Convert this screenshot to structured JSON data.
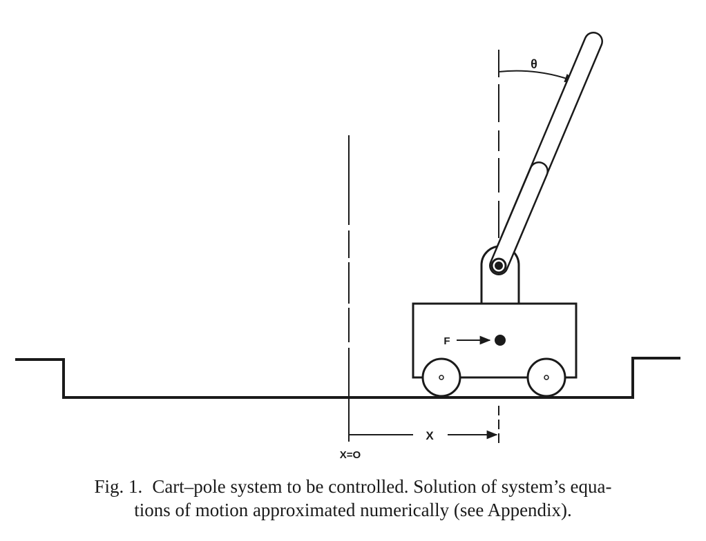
{
  "diagram": {
    "labels": {
      "theta": "θ",
      "force": "F",
      "position": "X",
      "origin": "X=O"
    }
  },
  "caption": {
    "number": "Fig. 1.",
    "line1": "Cart–pole system to be controlled. Solution of system’s equa-",
    "line2": "tions of motion approximated numerically (see Appendix)."
  }
}
